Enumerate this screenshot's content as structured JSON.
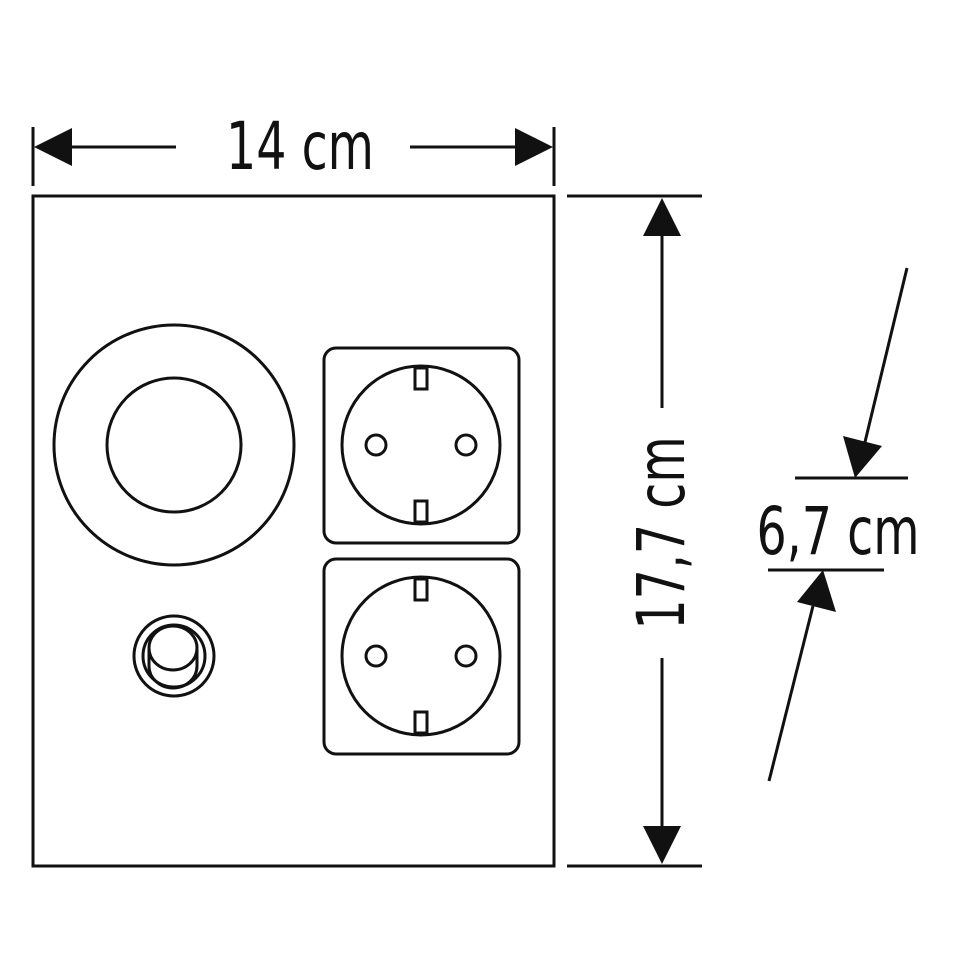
{
  "dimensions": {
    "width_label": "14 cm",
    "height_label": "17,7 cm",
    "depth_label": "6,7 cm"
  },
  "components": {
    "round_light": "round-light-fixture",
    "sockets": [
      "schuko-socket-top",
      "schuko-socket-bottom"
    ],
    "push_button": "push-button-switch"
  },
  "colors": {
    "stroke": "#111111",
    "background": "#ffffff"
  }
}
